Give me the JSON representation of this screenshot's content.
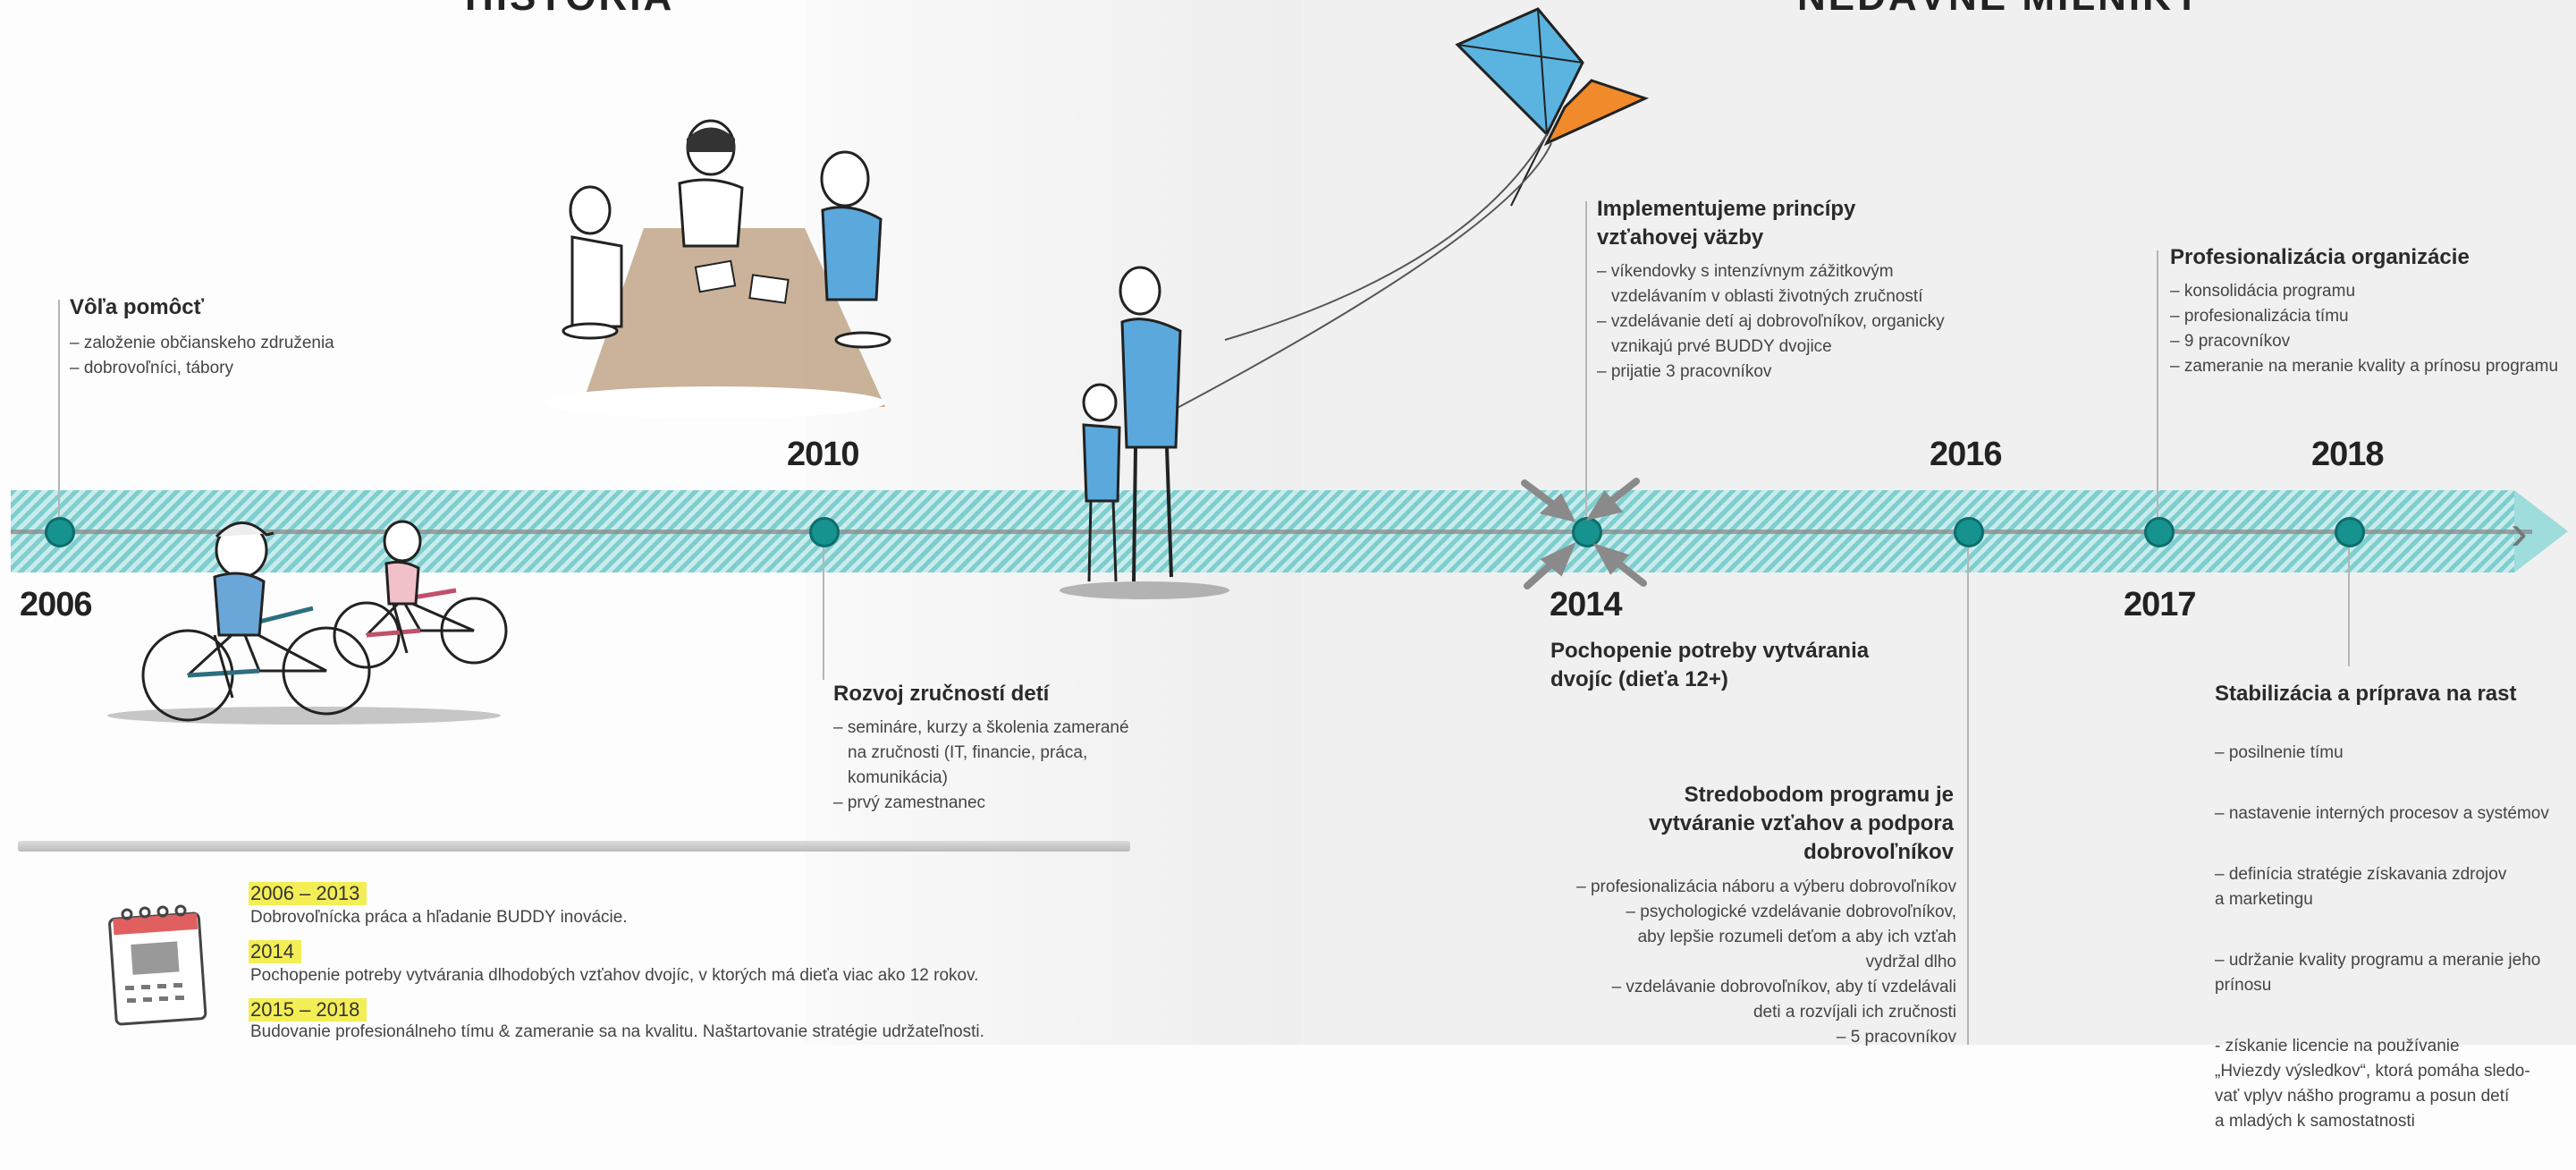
{
  "titles": {
    "left": "HISTÓRIA",
    "right": "NEDÁVNE MÍĽNIKY"
  },
  "years": {
    "y2006": "2006",
    "y2010": "2010",
    "y2014": "2014",
    "y2016": "2016",
    "y2017": "2017",
    "y2018": "2018"
  },
  "events": {
    "e2006": {
      "title": "Vôľa pomôcť",
      "items": [
        "– založenie občianskeho združenia",
        "– dobrovoľníci, tábory"
      ]
    },
    "e2010": {
      "title": "Rozvoj zručností detí",
      "items": [
        "– semináre, kurzy a školenia zamerané",
        "na zručnosti (IT, financie, práca,",
        "komunikácia)",
        "– prvý zamestnanec"
      ]
    },
    "e2014a": {
      "title_line1": "Implementujeme princípy",
      "title_line2": "vzťahovej väzby",
      "items": [
        "– víkendovky s intenzívnym zážitkovým",
        "vzdelávaním v oblasti životných zručností",
        "– vzdelávanie detí aj dobrovoľníkov, organicky",
        "vznikajú prvé BUDDY dvojice",
        "– prijatie 3 pracovníkov"
      ]
    },
    "e2014b": {
      "title_line1": "Pochopenie potreby vytvárania",
      "title_line2": "dvojíc (dieťa 12+)"
    },
    "e2016": {
      "title_line1": "Stredobodom programu je",
      "title_line2": "vytváranie vzťahov a podpora",
      "title_line3": "dobrovoľníkov",
      "items": [
        "– profesionalizácia náboru a výberu dobrovoľníkov",
        "– psychologické vzdelávanie dobrovoľníkov,",
        "aby lepšie rozumeli deťom a aby ich vzťah",
        "vydržal dlho",
        "– vzdelávanie dobrovoľníkov, aby tí  vzdelávali",
        "deti a rozvíjali ich zručnosti",
        "– 5 pracovníkov"
      ]
    },
    "e2017": {
      "title": "Profesionalizácia organizácie",
      "items": [
        "– konsolidácia programu",
        "– profesionalizácia tímu",
        "– 9 pracovníkov",
        "– zameranie na meranie kvality a prínosu programu"
      ]
    },
    "e2018": {
      "title": "Stabilizácia a príprava na rast",
      "items": [
        "– posilnenie tímu",
        "– nastavenie interných procesov a systémov",
        "– definícia stratégie získavania zdrojov\n  a marketingu",
        "– udržanie kvality programu a meranie jeho\n  prínosu",
        "- získanie licencie na používanie\n  „Hviezdy výsledkov“, ktorá pomáha sledo-\n  vať vplyv nášho programu a posun detí\n  a mladých k samostatnosti"
      ]
    }
  },
  "legend": [
    {
      "period": "2006 – 2013",
      "text": "Dobrovoľnícka práca a hľadanie BUDDY inovácie."
    },
    {
      "period": "2014",
      "text": "Pochopenie potreby vytvárania dlhodobých vzťahov dvojíc, v ktorých má dieťa viac ako 12 rokov."
    },
    {
      "period": "2015 – 2018",
      "text": "Budovanie profesionálneho tímu & zameranie sa na kvalitu. Naštartovanie stratégie udržateľnosti."
    }
  ],
  "colors": {
    "band": "#7fcdcf",
    "dot": "#16928f",
    "highlight": "#f3ee55",
    "kite_blue": "#5bb3e0",
    "kite_orange": "#f08a2a"
  },
  "icons": [
    "calendar-icon",
    "bicycle-illustration",
    "kite-illustration",
    "table-illustration"
  ]
}
